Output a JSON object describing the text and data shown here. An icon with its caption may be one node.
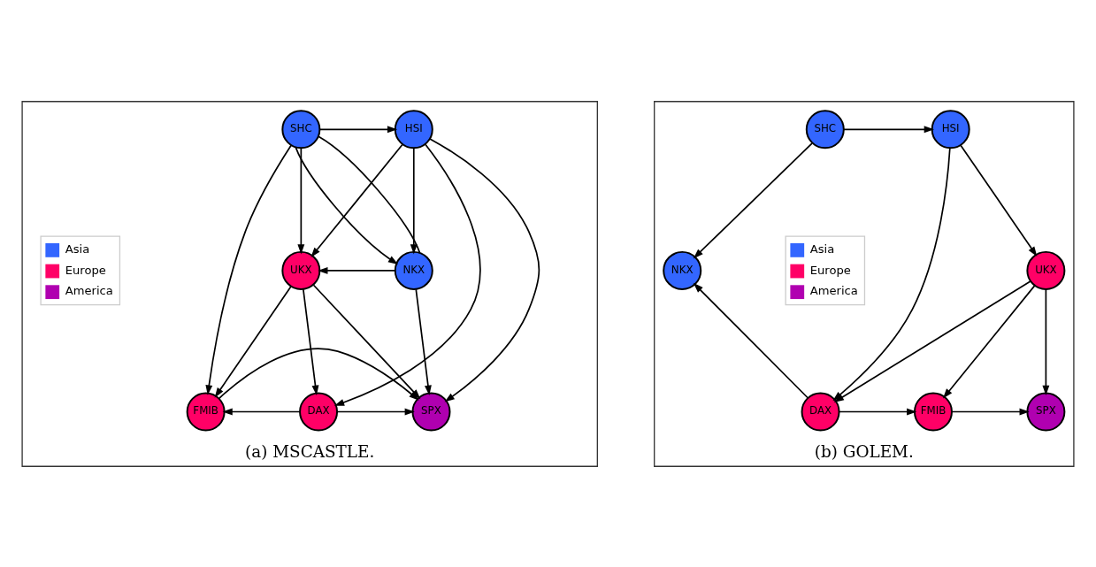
{
  "diagram": {
    "nodes": [
      {
        "text": [
          "(a) MSCASTLE."
        ]
      },
      {
        "text": [
          "HSI"
        ],
        "in": 0
      },
      {
        "text": [
          "SHC"
        ],
        "in": 0
      },
      {
        "text": [
          "UKX"
        ],
        "in": 0
      },
      {
        "text": [
          "NKX"
        ],
        "in": 0
      },
      {
        "text": [
          "DAX"
        ],
        "in": 0
      },
      {
        "text": [
          "FMIB"
        ],
        "in": 0
      },
      {
        "text": [
          "SPX"
        ],
        "in": 0
      },
      {
        "text": [
          "(b) GOLEM."
        ]
      },
      {
        "text": [
          "HSI"
        ],
        "in": 8
      },
      {
        "text": [
          "SHC"
        ],
        "in": 8
      },
      {
        "text": [
          "UKX"
        ],
        "in": 8
      },
      {
        "text": [
          "NKX"
        ],
        "in": 8
      },
      {
        "text": [
          "DAX"
        ],
        "in": 8
      },
      {
        "text": [
          "FMIB"
        ],
        "in": 8
      },
      {
        "text": [
          "SPX"
        ],
        "in": 8
      }
    ],
    "edges": [
      {
        "from": 2,
        "to": 1,
        "arrow": "to"
      },
      {
        "from": 2,
        "to": 3,
        "arrow": "to"
      },
      {
        "from": 2,
        "to": 4,
        "arrow": "to"
      },
      {
        "from": 2,
        "to": 4,
        "arrow": "none"
      },
      {
        "from": 2,
        "to": 6,
        "arrow": "to"
      },
      {
        "from": 1,
        "to": 3,
        "arrow": "to"
      },
      {
        "from": 1,
        "to": 4,
        "arrow": "to"
      },
      {
        "from": 1,
        "to": 5,
        "arrow": "to"
      },
      {
        "from": 1,
        "to": 7,
        "arrow": "to"
      },
      {
        "from": 4,
        "to": 3,
        "arrow": "to"
      },
      {
        "from": 4,
        "to": 7,
        "arrow": "to"
      },
      {
        "from": 3,
        "to": 5,
        "arrow": "to"
      },
      {
        "from": 3,
        "to": 6,
        "arrow": "to"
      },
      {
        "from": 3,
        "to": 7,
        "arrow": "to"
      },
      {
        "from": 5,
        "to": 6,
        "arrow": "to"
      },
      {
        "from": 5,
        "to": 7,
        "arrow": "to"
      },
      {
        "from": 6,
        "to": 7,
        "arrow": "to"
      },
      {
        "from": 10,
        "to": 9,
        "arrow": "to"
      },
      {
        "from": 10,
        "to": 12,
        "arrow": "to"
      },
      {
        "from": 9,
        "to": 11,
        "arrow": "to"
      },
      {
        "from": 9,
        "to": 13,
        "arrow": "to"
      },
      {
        "from": 11,
        "to": 13,
        "arrow": "to"
      },
      {
        "from": 11,
        "to": 14,
        "arrow": "to"
      },
      {
        "from": 11,
        "to": 15,
        "arrow": "to"
      },
      {
        "from": 13,
        "to": 12,
        "arrow": "to"
      },
      {
        "from": 13,
        "to": 14,
        "arrow": "to"
      },
      {
        "from": 14,
        "to": 15,
        "arrow": "to"
      }
    ],
    "legend": [
      {
        "text": "Asia",
        "color": "#3366ff"
      },
      {
        "text": "Europe",
        "color": "#ff0066"
      },
      {
        "text": "America",
        "color": "#b000b0"
      },
      {
        "text": "Asia",
        "color": "#3366ff"
      },
      {
        "text": "Europe",
        "color": "#ff0066"
      },
      {
        "text": "America",
        "color": "#b000b0"
      }
    ]
  }
}
